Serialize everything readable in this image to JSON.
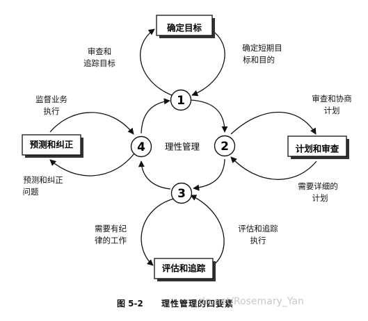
{
  "boxes": {
    "top": "确定目标",
    "right": "计划和审查",
    "bottom": "评估和追踪",
    "left": "预测和纠正"
  },
  "nodes": {
    "n1": "1",
    "n2": "2",
    "n3": "3",
    "n4": "4"
  },
  "center": "理性管理",
  "labels": {
    "top_left": [
      "审查和",
      "追踪目标"
    ],
    "top_right": [
      "确定短期目",
      "标和目的"
    ],
    "right_top": [
      "审查和协商",
      "计划"
    ],
    "right_bottom": [
      "需要详细的",
      "计划"
    ],
    "bottom_left": [
      "需要有纪",
      "律的工作"
    ],
    "bottom_right": [
      "评估和追踪",
      "执行"
    ],
    "left_top": [
      "监督业务",
      "执行"
    ],
    "left_bottom": [
      "预测和纠正",
      "问题"
    ]
  },
  "caption": {
    "number": "图 5-2",
    "title": "理性管理的四要素"
  },
  "watermark": "dn.net/Rosemary_Yan"
}
